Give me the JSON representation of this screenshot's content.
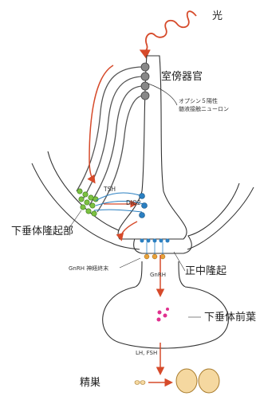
{
  "labels": {
    "light": "光",
    "csf_contact_organ": "室傍器官",
    "opsin_neuron_line1": "オプシン５陽性",
    "opsin_neuron_line2": "髄液接触ニューロン",
    "tsh": "TSH",
    "dio2": "DIO2",
    "pars_tuberalis": "下垂体隆起部",
    "median_eminence": "正中隆起",
    "gnrh_terminal": "GnRH 神経終末",
    "gnrh": "GnRH",
    "pituitary": "下垂体前葉",
    "lh_fsh": "LH, FSH",
    "testis": "精巣"
  },
  "colors": {
    "outline": "#333333",
    "arrow": "#d64a2a",
    "light_wave": "#d64a2a",
    "tsh_cells": "#7cc142",
    "dio2_cells": "#2a7fc1",
    "gnrh_terminals": "#e8a23a",
    "hormone_dots": "#e0308f",
    "testis_fill": "#f5d8a0",
    "neuron_body": "#888888"
  }
}
